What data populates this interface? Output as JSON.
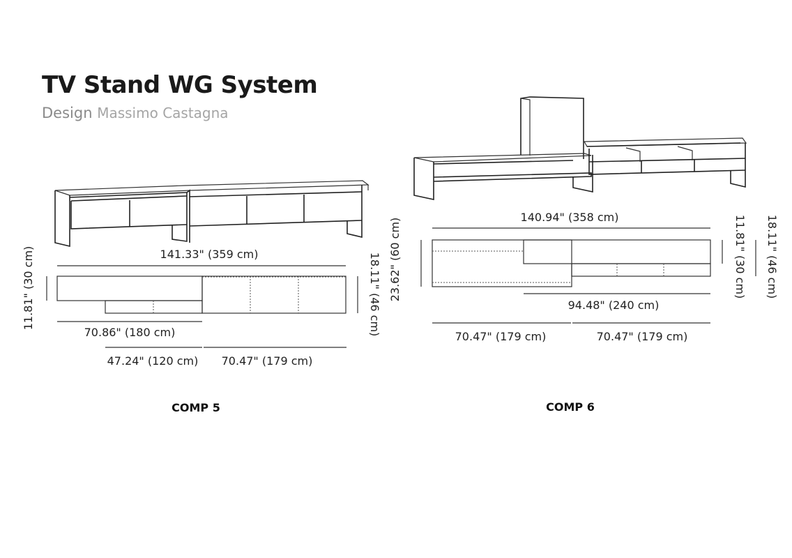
{
  "header": {
    "title": "TV Stand WG System",
    "subtitle_lead": "Design",
    "designer": "Massimo Castagna"
  },
  "comp5": {
    "label": "COMP 5",
    "total_width": "141.33\" (359 cm)",
    "left_depth": "11.81\" (30 cm)",
    "right_depth": "18.11\" (46 cm)",
    "left_width": "70.86\" (180 cm)",
    "bottom_left": "47.24\" (120 cm)",
    "bottom_right": "70.47\" (179 cm)"
  },
  "comp6": {
    "label": "COMP 6",
    "total_width": "140.94\" (358 cm)",
    "left_depth": "23.62\" (60 cm)",
    "right_depth_a": "11.81\" (30 cm)",
    "right_depth_b": "18.11\" (46 cm)",
    "upper_width": "94.48\" (240 cm)",
    "bottom_left": "70.47\" (179 cm)",
    "bottom_right": "70.47\" (179 cm)"
  }
}
